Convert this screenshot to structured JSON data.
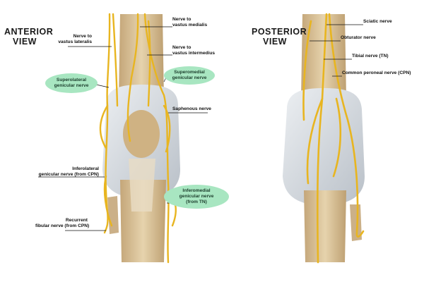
{
  "anterior": {
    "title_line1": "ANTERIOR",
    "title_line2": "VIEW",
    "labels": {
      "nerve_vastus_lateralis_1": "Nerve to",
      "nerve_vastus_lateralis_2": "vastus lateralis",
      "nerve_vastus_medialis_1": "Nerve to",
      "nerve_vastus_medialis_2": "vastus medialis",
      "nerve_vastus_intermedius_1": "Nerve to",
      "nerve_vastus_intermedius_2": "vastus intermedius",
      "superolateral_1": "Superolateral",
      "superolateral_2": "genicular nerve",
      "superomedial_1": "Superomedial",
      "superomedial_2": "genicular nerve",
      "saphenous": "Saphenous nerve",
      "inferolateral_1": "Inferolateral",
      "inferolateral_2": "genicular nerve (from CPN)",
      "inferomedial_1": "Inferomedial",
      "inferomedial_2": "genicular nerve",
      "inferomedial_3": "(from TN)",
      "recurrent_1": "Recurrent",
      "recurrent_2": "fibular nerve (from CPN)"
    }
  },
  "posterior": {
    "title_line1": "POSTERIOR",
    "title_line2": "VIEW",
    "labels": {
      "sciatic": "Sciatic nerve",
      "obturator": "Obturator nerve",
      "tibial": "Tibial nerve (TN)",
      "common_peroneal": "Common peroneal nerve (CPN)"
    }
  },
  "colors": {
    "nerve": "#e8b520",
    "highlight": "#a8e6c1",
    "bone": "#d6bf95",
    "ligament": "#d9dde2",
    "leader": "#111111"
  }
}
